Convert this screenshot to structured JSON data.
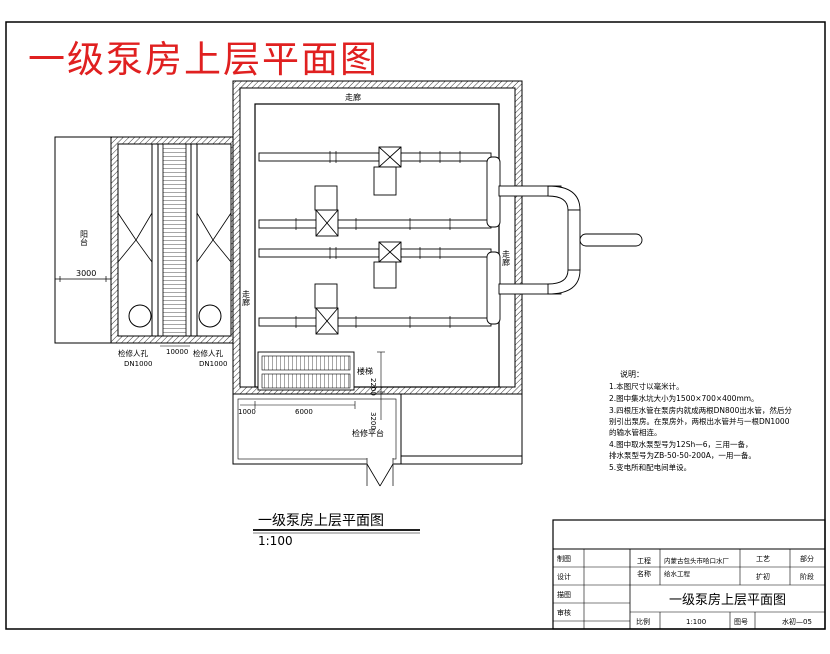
{
  "title_red": "一级泵房上层平面图",
  "labels": {
    "corridor_top": "走廊",
    "corridor_left": "走廊",
    "corridor_right": "走廊",
    "terrace": "阳台",
    "stairs": "楼梯",
    "maintenance_platform": "检修平台",
    "hole_left": "检修人孔",
    "hole_left_size": "DN1000",
    "hole_right": "检修人孔",
    "hole_right_size": "DN1000"
  },
  "dimensions": {
    "d3000_left": "3000",
    "d10000": "10000",
    "d1000": "1000",
    "d6000": "6000",
    "d2200": "2200",
    "d3200": "3200"
  },
  "notes": {
    "heading": "说明：",
    "lines": [
      "1.本图尺寸以毫米计。",
      "2.图中集水坑大小为1500×700×400mm。",
      "3.四根压水管在泵房内就成两根DN800出水管，然后分",
      "别引出泵房。在泵房外，两根出水管并与一根DN1000",
      "的输水管相连。",
      "4.图中取水泵型号为12Sh—6，三用一备，",
      "排水泵型号为ZB-50-50-200A，一用一备。",
      "5.变电所和配电间单设。"
    ]
  },
  "drawing_title": "一级泵房上层平面图",
  "scale": "1:100",
  "title_block": {
    "row_labels": [
      "制图",
      "设计",
      "描图",
      "审核"
    ],
    "project_label": "工程",
    "project_label2": "名称",
    "project_value": "内蒙古包头市哈口水厂",
    "project_value2": "给水工程",
    "craft_label": "工艺",
    "part_label": "部分",
    "expand_label": "扩初",
    "stage_label": "阶段",
    "sheet_title": "一级泵房上层平面图",
    "scale_label": "比例",
    "scale_value": "1:100",
    "number_label": "图号",
    "number_value": "水初—05"
  }
}
